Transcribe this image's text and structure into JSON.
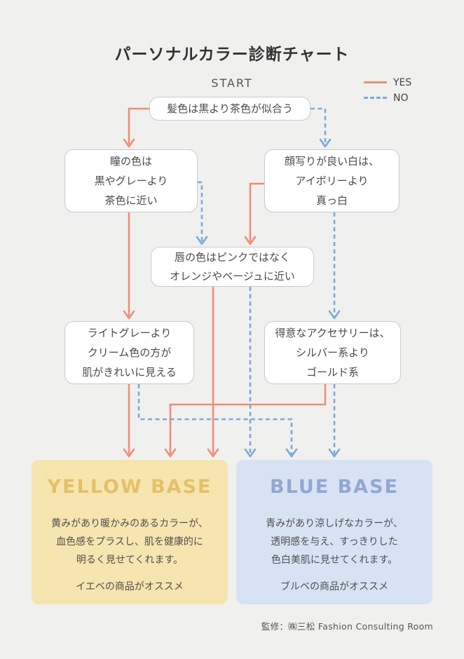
{
  "title": "パーソナルカラー診断チャート",
  "start_label": "START",
  "legend": {
    "yes_label": "YES",
    "no_label": "NO"
  },
  "colors": {
    "background": "#F0F1EF",
    "yes_line": "#F08D7A",
    "no_line": "#7FA7DA",
    "box_border": "#C9CBC9",
    "yellow_base_bg": "#F6E5AE",
    "yellow_base_title": "#E3C169",
    "blue_base_bg": "#D7E3F3",
    "blue_base_title": "#92A8D3"
  },
  "boxes": {
    "start": {
      "lines": [
        "髪色は黒より茶色が似合う"
      ]
    },
    "eyes": {
      "lines": [
        "瞳の色は",
        "黒やグレーより",
        "茶色に近い"
      ]
    },
    "white": {
      "lines": [
        "顔写りが良い白は、",
        "アイボリーより",
        "真っ白"
      ]
    },
    "lips": {
      "lines": [
        "唇の色はピンクではなく",
        "オレンジやベージュに近い"
      ]
    },
    "gray": {
      "lines": [
        "ライトグレーより",
        "クリーム色の方が",
        "肌がきれいに見える"
      ]
    },
    "accessory": {
      "lines": [
        "得意なアクセサリーは、",
        "シルバー系より",
        "ゴールド系"
      ]
    }
  },
  "edges": [
    {
      "from": "start",
      "answer": "YES",
      "to": "eyes"
    },
    {
      "from": "start",
      "answer": "NO",
      "to": "white"
    },
    {
      "from": "eyes",
      "answer": "YES",
      "to": "gray"
    },
    {
      "from": "eyes",
      "answer": "NO",
      "to": "lips"
    },
    {
      "from": "white",
      "answer": "YES",
      "to": "lips"
    },
    {
      "from": "white",
      "answer": "NO",
      "to": "accessory"
    },
    {
      "from": "lips",
      "answer": "YES",
      "to": "yellow_base"
    },
    {
      "from": "lips",
      "answer": "NO",
      "to": "blue_base"
    },
    {
      "from": "gray",
      "answer": "YES",
      "to": "yellow_base"
    },
    {
      "from": "gray",
      "answer": "NO",
      "to": "blue_base"
    },
    {
      "from": "accessory",
      "answer": "YES",
      "to": "yellow_base"
    },
    {
      "from": "accessory",
      "answer": "NO",
      "to": "blue_base"
    }
  ],
  "results": {
    "yellow": {
      "title": "YELLOW BASE",
      "body": [
        "黄みがあり暖かみのあるカラーが、",
        "血色感をプラスし、肌を健康的に",
        "明るく見せてくれます。"
      ],
      "recommend": "イエベの商品がオススメ"
    },
    "blue": {
      "title": "BLUE BASE",
      "body": [
        "青みがあり涼しげなカラーが、",
        "透明感を与え、すっきりした",
        "色白美肌に見せてくれます。"
      ],
      "recommend": "ブルベの商品がオススメ"
    }
  },
  "footer": "監修：㈱三松  Fashion Consulting Room"
}
